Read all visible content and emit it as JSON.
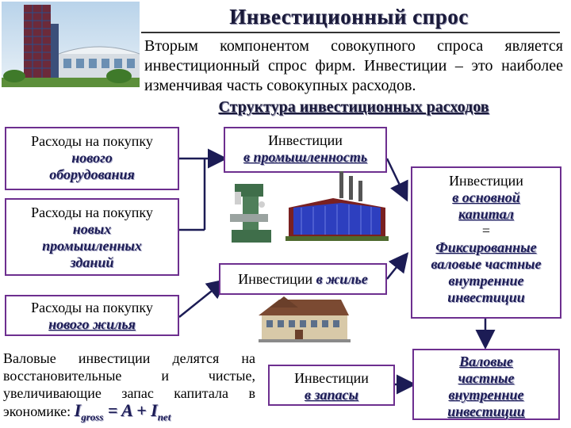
{
  "header": {
    "title": "Инвестиционный спрос",
    "intro": "Вторым компонентом совокупного спроса является инвестиционный спрос фирм. Инвестиции – это наиболее изменчивая часть совокупных расходов.",
    "subtitle": "Структура инвестиционных расходов"
  },
  "left_boxes": {
    "equipment": {
      "line1": "Расходы на покупку",
      "em": "нового оборудования"
    },
    "buildings": {
      "line1": "Расходы на покупку",
      "em": "новых промышленных зданий"
    },
    "housing": {
      "line1": "Расходы на покупку",
      "em": "нового жилья"
    }
  },
  "middle_boxes": {
    "industry": {
      "line1": "Инвестиции",
      "em": "в промышленность"
    },
    "housing": {
      "line1": "Инвестиции",
      "em": "в жилье"
    },
    "inventory": {
      "line1": "Инвестиции",
      "em": "в запасы"
    }
  },
  "right_boxes": {
    "fixed": {
      "line1": "Инвестиции",
      "em1": "в основной капитал",
      "eq": "=",
      "em2": "Фиксированные",
      "em3": "валовые частные внутренние инвестиции"
    },
    "gross": {
      "em": "Валовые частные внутренние инвестиции"
    }
  },
  "bottom": {
    "text": "Валовые инвестиции делятся на восстановительные и чистые, увеличивающие запас капитала в экономике:",
    "formula_I": "I",
    "formula_gross": "gross",
    "formula_mid": " = A + I",
    "formula_net": "net"
  },
  "colors": {
    "border": "#6d2f8f",
    "emphasis": "#1c1c55",
    "arrow": "#1c1c55"
  }
}
